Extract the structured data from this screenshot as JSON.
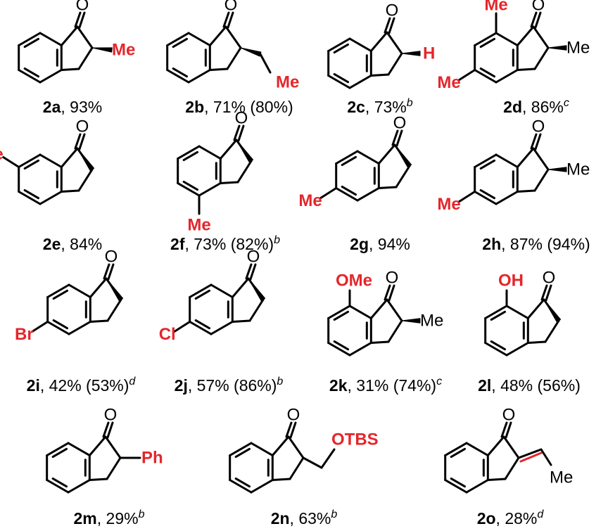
{
  "colors": {
    "substituent": "#e4262b",
    "bond": "#000000",
    "background": "#ffffff"
  },
  "compounds": [
    {
      "id": "2a",
      "yield": "93%",
      "note": "",
      "substituent_labels": [
        "Me"
      ]
    },
    {
      "id": "2b",
      "yield": "71%",
      "note": "(80%)",
      "substituent_labels": [
        "Me"
      ]
    },
    {
      "id": "2c",
      "yield": "73%",
      "note": "b",
      "substituent_labels": [
        "H"
      ]
    },
    {
      "id": "2d",
      "yield": "86%",
      "note": "c",
      "substituent_labels": [
        "Me",
        "Me"
      ],
      "other_labels": [
        "Me"
      ]
    },
    {
      "id": "2e",
      "yield": "84%",
      "note": "",
      "substituent_labels": [
        "Me"
      ]
    },
    {
      "id": "2f",
      "yield": "73%",
      "note": "(82%)",
      "footnote": "b",
      "substituent_labels": [
        "Me"
      ]
    },
    {
      "id": "2g",
      "yield": "94%",
      "note": "",
      "substituent_labels": [
        "Me"
      ]
    },
    {
      "id": "2h",
      "yield": "87%",
      "note": "(94%)",
      "substituent_labels": [
        "Me"
      ],
      "other_labels": [
        "Me"
      ]
    },
    {
      "id": "2i",
      "yield": "42%",
      "note": "(53%)",
      "footnote": "d",
      "substituent_labels": [
        "Br"
      ]
    },
    {
      "id": "2j",
      "yield": "57%",
      "note": "(86%)",
      "footnote": "b",
      "substituent_labels": [
        "Cl"
      ]
    },
    {
      "id": "2k",
      "yield": "31%",
      "note": "(74%)",
      "footnote": "c",
      "substituent_labels": [
        "OMe"
      ],
      "other_labels": [
        "Me"
      ]
    },
    {
      "id": "2l",
      "yield": "48%",
      "note": "(56%)",
      "substituent_labels": [
        "OH"
      ]
    },
    {
      "id": "2m",
      "yield": "29%",
      "note": "b",
      "substituent_labels": [
        "Ph"
      ]
    },
    {
      "id": "2n",
      "yield": "63%",
      "note": "b",
      "substituent_labels": [
        "OTBS"
      ]
    },
    {
      "id": "2o",
      "yield": "28%",
      "note": "d",
      "other_labels": [
        "Me"
      ]
    }
  ],
  "carbonyl_label": "O"
}
